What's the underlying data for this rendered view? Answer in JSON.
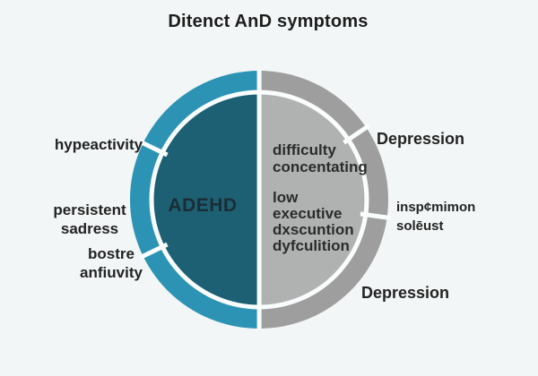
{
  "title": "Ditenct AnD symptoms",
  "venn": {
    "left": {
      "center_label": "ADEHD",
      "callouts": [
        {
          "lines": [
            "hypeactivity"
          ]
        },
        {
          "lines": [
            "persistent",
            "sadress"
          ]
        },
        {
          "lines": [
            "bostre",
            "anfiuvity"
          ]
        }
      ]
    },
    "right": {
      "inner_lines": [
        "difficulty",
        "concentating",
        "low",
        "executive",
        "dxscuntion",
        "dyfculition"
      ],
      "callouts": [
        {
          "lines": [
            "Depression"
          ]
        },
        {
          "lines": [
            "insp¢mimon",
            "solēust"
          ]
        },
        {
          "lines": [
            "Depression"
          ]
        }
      ]
    }
  },
  "colors": {
    "background": "#f2f6f6",
    "separator": "#fafdfd",
    "left_outer": "#2d93b4",
    "left_inner": "#1d6073",
    "right_outer": "#9e9e9e",
    "right_inner": "#b0b2b2",
    "title_text": "#1d1d1d",
    "label_text": "#232323",
    "center_text": "#1b2d36",
    "inner_text": "#2b2b2b"
  }
}
